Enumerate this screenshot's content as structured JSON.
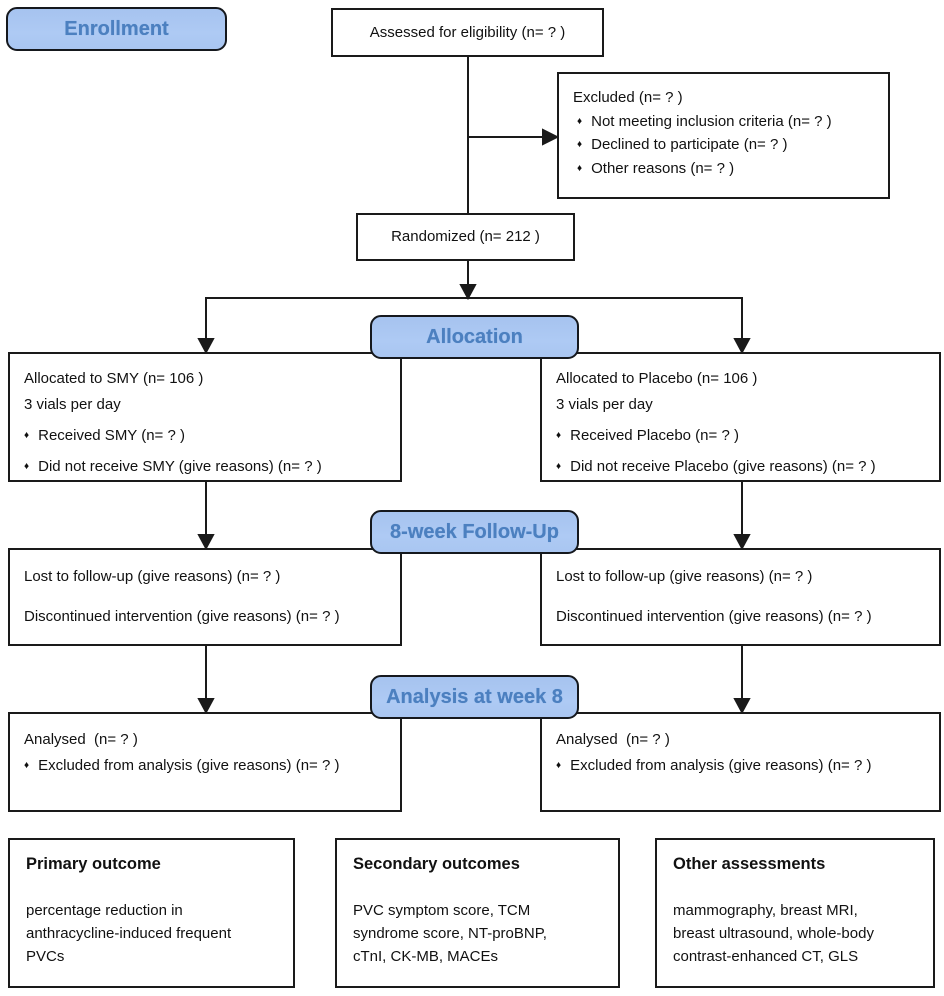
{
  "stages": {
    "enrollment": "Enrollment",
    "allocation": "Allocation",
    "followup": "8-week Follow-Up",
    "analysis": "Analysis at week 8"
  },
  "bullet_char": "♦",
  "assessed": {
    "label": "Assessed for eligibility (n= ? )"
  },
  "excluded": {
    "title": "Excluded (n= ? )",
    "items": [
      "Not meeting inclusion criteria (n= ? )",
      "Declined to participate (n= ? )",
      "Other reasons (n= ? )"
    ]
  },
  "randomized": {
    "label": "Randomized (n= 212 )"
  },
  "allocation_left": {
    "line1": "Allocated to SMY (n= 106 )",
    "line2": "3 vials per day",
    "items": [
      "Received SMY (n= ? )",
      "Did not receive SMY (give reasons) (n= ? )"
    ]
  },
  "allocation_right": {
    "line1": "Allocated to Placebo (n= 106 )",
    "line2": "3 vials per day",
    "items": [
      "Received Placebo (n= ? )",
      "Did not receive Placebo (give reasons) (n= ? )"
    ]
  },
  "followup_left": {
    "line1": "Lost to follow-up (give reasons) (n= ? )",
    "line2": "Discontinued intervention (give reasons) (n= ? )"
  },
  "followup_right": {
    "line1": "Lost to follow-up (give reasons) (n= ? )",
    "line2": "Discontinued intervention (give reasons) (n= ? )"
  },
  "analysis_left": {
    "line1": "Analysed  (n= ? )",
    "items": [
      "Excluded from analysis (give reasons) (n= ? )"
    ]
  },
  "analysis_right": {
    "line1": "Analysed  (n= ? )",
    "items": [
      "Excluded from analysis (give reasons) (n= ? )"
    ]
  },
  "outcome_boxes": [
    {
      "title": "Primary outcome",
      "lines": [
        "percentage reduction in",
        "anthracycline-induced frequent",
        "PVCs"
      ]
    },
    {
      "title": "Secondary outcomes",
      "lines": [
        "PVC symptom score, TCM",
        "syndrome score, NT-proBNP,",
        "cTnI, CK-MB, MACEs"
      ]
    },
    {
      "title": "Other assessments",
      "lines": [
        "mammography, breast MRI,",
        "breast ultrasound, whole-body",
        "contrast-enhanced CT, GLS"
      ]
    }
  ],
  "colors": {
    "stage_fill": "#aac7f2",
    "stage_text": "#4c80c0",
    "line": "#1a1a1a",
    "box_background": "#ffffff"
  }
}
